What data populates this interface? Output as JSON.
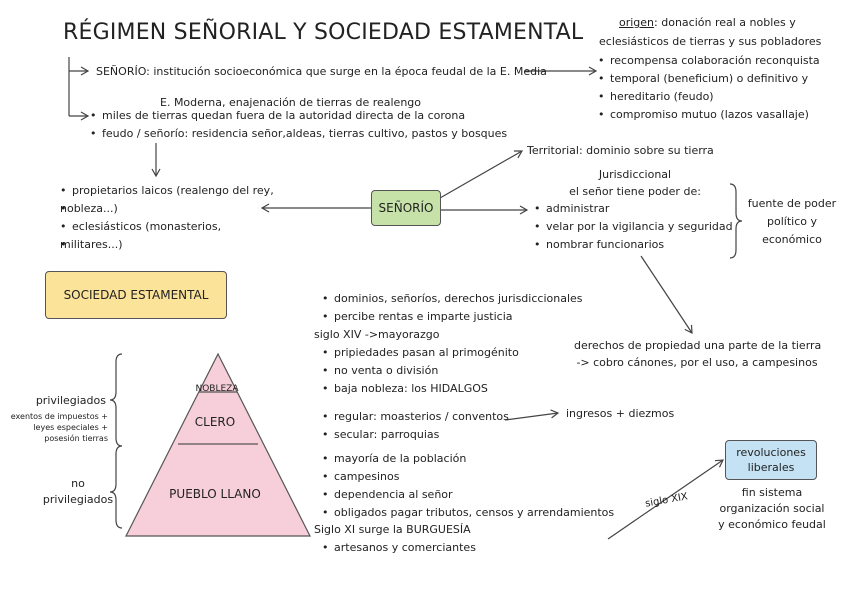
{
  "title": "RÉGIMEN SEÑORIAL Y SOCIEDAD ESTAMENTAL",
  "senorio_def": "SEÑORÍO: institución socioeconómica que surge en la época feudal de la E. Media",
  "origin": {
    "label": "origen",
    "line1_rest": ": donación real a nobles y",
    "line2": "eclesiásticos de tierras y sus pobladores",
    "items": [
      "recompensa colaboración reconquista",
      "temporal (beneficium) o definitivo y",
      "hereditario (feudo)",
      "compromiso mutuo (lazos vasallaje)"
    ]
  },
  "modern": {
    "heading": "E. Moderna, enajenación de tierras de realengo",
    "items": [
      "miles de tierras quedan fuera de la autoridad directa de la corona",
      "feudo / señorío: residencia señor,aldeas, tierras cultivo, pastos y bosques"
    ]
  },
  "owners": [
    "propietarios laicos (realengo del rey,",
    "nobleza...)",
    "eclesiásticos (monasterios,",
    "militares...)"
  ],
  "senorio_box": "SEÑORÍO",
  "territorial": "Territorial: dominio sobre su tierra",
  "jurisdictional": {
    "line1": "Jurisdiccional",
    "line2": "el señor tiene poder de:",
    "items": [
      "administrar",
      "velar por la vigilancia y seguridad",
      "nombrar funcionarios"
    ]
  },
  "power": [
    "fuente de poder",
    "político y",
    "económico"
  ],
  "sociedad_box": "SOCIEDAD ESTAMENTAL",
  "nobility_info": {
    "items1": [
      "dominios, señoríos, derechos jurisdiccionales",
      "percibe rentas e imparte justicia"
    ],
    "siglo": "siglo XIV ->mayorazgo",
    "items2": [
      "pripiedades pasan al primogénito",
      "no venta o división",
      "baja nobleza: los HIDALGOS"
    ]
  },
  "property_rights": [
    "derechos de propiedad una parte de la tierra",
    "-> cobro cánones, por el uso, a campesinos"
  ],
  "clergy_info": [
    "regular: moasterios / conventos",
    "secular: parroquias"
  ],
  "income": "ingresos + diezmos",
  "pyramid": {
    "top": "NOBLEZA",
    "middle": "CLERO",
    "bottom": "PUEBLO LLANO"
  },
  "privileged": {
    "label": "privilegiados",
    "details": [
      "exentos de impuestos +",
      "leyes especiales +",
      "posesión tierras"
    ]
  },
  "non_privileged": [
    "no",
    "privilegiados"
  ],
  "people_info": {
    "items": [
      "mayoría de la población",
      "campesinos",
      "dependencia al señor",
      "obligados pagar tributos, censos y arrendamientos"
    ],
    "siglo": "Siglo XI surge la BURGUESÍA",
    "items2": [
      "artesanos y comerciantes"
    ]
  },
  "siglo_xix": "siglo XIX",
  "revolutions_box": [
    "revoluciones",
    "liberales"
  ],
  "end": [
    "fin sistema",
    "organización social",
    "y económico feudal"
  ],
  "colors": {
    "senorio_box": "#c6e2a8",
    "sociedad_box": "#fbe39a",
    "revolutions_box": "#c4e2f3",
    "pyramid": "#f7cfda"
  },
  "icons": [
    "arrow-icon",
    "brace-icon"
  ]
}
